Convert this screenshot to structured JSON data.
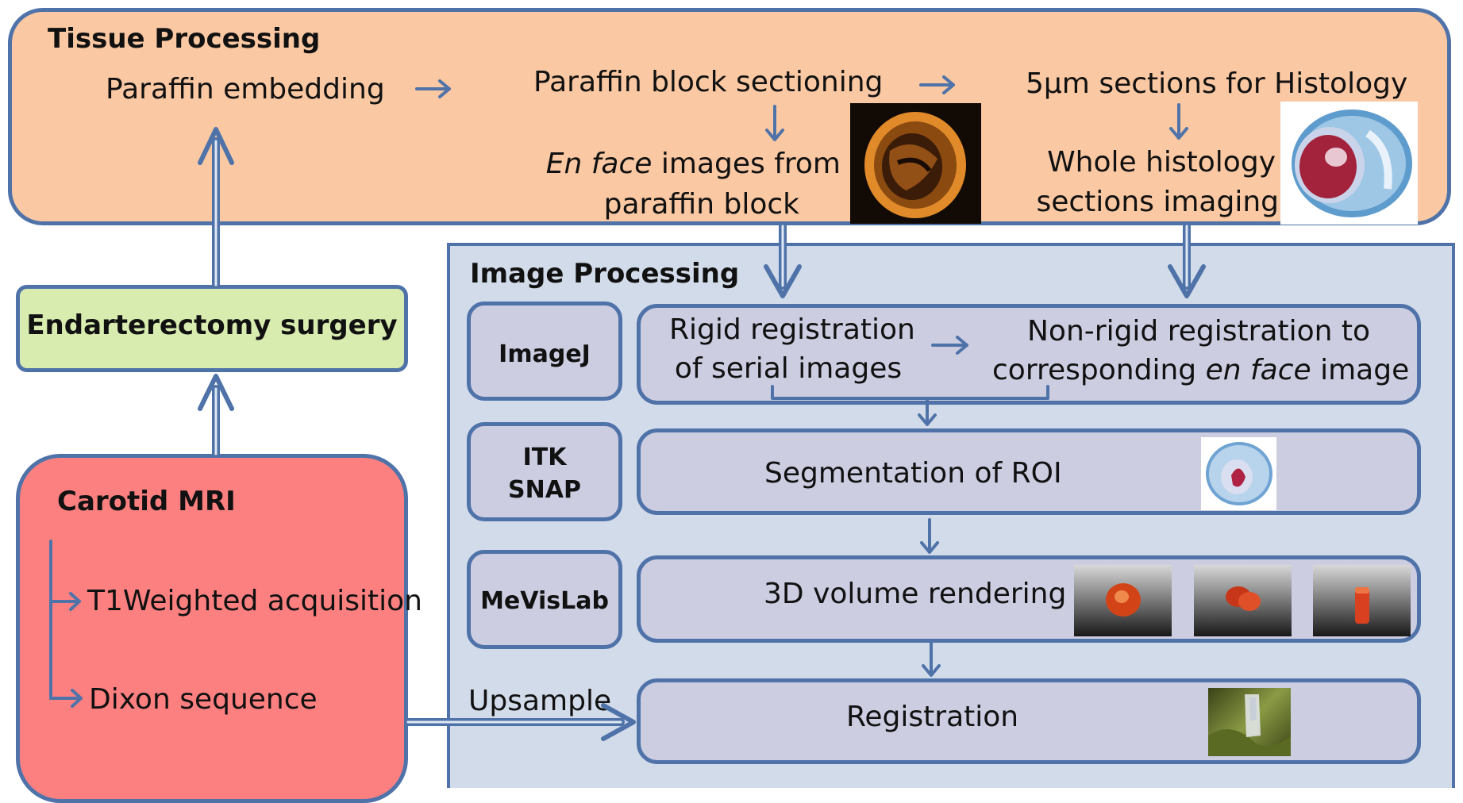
{
  "tissue": {
    "title": "Tissue Processing",
    "paraffin_embedding": "Paraffin embedding",
    "block_sectioning": "Paraffin block sectioning",
    "sections_histology": "5µm sections for Histology",
    "en_face_italic": "En face",
    "en_face_rest": " images from",
    "en_face_line2": "paraffin block",
    "whole_line1": "Whole histology",
    "whole_line2": "sections imaging"
  },
  "surgery": {
    "label": "Endarterectomy surgery"
  },
  "mri": {
    "title": "Carotid MRI",
    "t1": "T1Weighted acquisition",
    "dixon": "Dixon sequence"
  },
  "imaging": {
    "title": "Image Processing",
    "upsample": "Upsample",
    "tools": {
      "imagej": "ImageJ",
      "itk_line1": "ITK",
      "itk_line2": "SNAP",
      "mevislab": "MeVisLab"
    },
    "rigid_line1": "Rigid registration",
    "rigid_line2": "of serial images",
    "nonrigid_line1": "Non-rigid registration to",
    "nonrigid_line2_a": "corresponding ",
    "nonrigid_line2_italic": "en face",
    "nonrigid_line2_b": " image",
    "segmentation": "Segmentation of ROI",
    "volume_rendering": "3D volume rendering",
    "registration": "Registration"
  },
  "colors": {
    "arrow": "#4f73a9",
    "tissue_bg": "#fac8a2",
    "image_panel_bg": "#d2dbe9",
    "surgery_bg": "#d8ecb0",
    "mri_bg": "#fc8080",
    "step_bg": "#cccde1"
  }
}
